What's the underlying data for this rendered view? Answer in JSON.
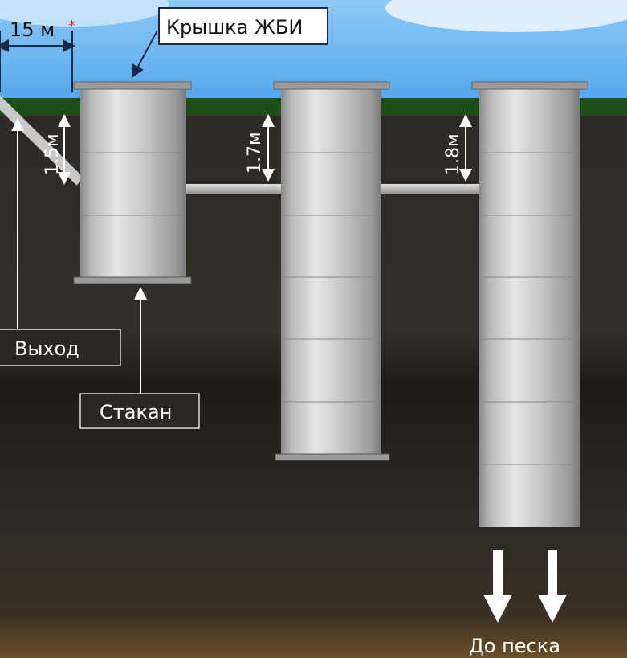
{
  "title": "Септик из ЖБИ колец",
  "labels": {
    "distance": "15 м",
    "distance_mark": "*",
    "cover": "Крышка ЖБИ",
    "depth1": "1.5м",
    "depth2": "1.7м",
    "depth3": "1.8м",
    "outlet": "Выход",
    "base": "Стакан",
    "to_sand": "До песка"
  },
  "colors": {
    "sky": "#5aaef0",
    "grass": "#1f4d16",
    "soil": "#2b2724",
    "sand": "#5a4426",
    "concrete": "#c4c4c4",
    "mark": "#e03040"
  }
}
